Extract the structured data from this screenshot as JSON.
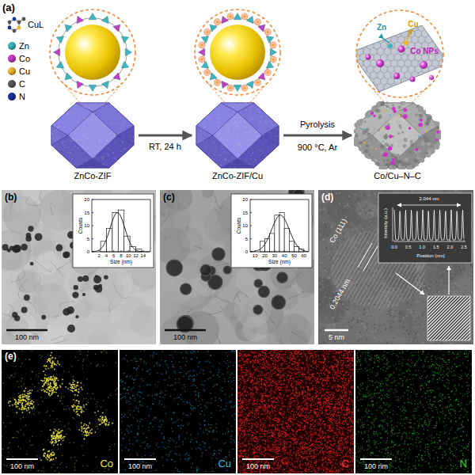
{
  "diagram": {
    "nodes": [
      {
        "text": [
          "ZnCo-ZIF"
        ]
      },
      {
        "text": [
          "ZnCo-ZIF/Cu"
        ]
      },
      {
        "text": [
          "Co/Cu–N–C"
        ]
      }
    ],
    "edges": [
      {
        "from": 0,
        "to": 1,
        "arrow": "to",
        "label": "RT, 24 h"
      },
      {
        "from": 1,
        "to": 2,
        "arrow": "to",
        "label": "Pyrolysis"
      }
    ],
    "labels": [
      "(a)",
      "Zn",
      "Cu",
      "Co NPs",
      "900 °C, Ar",
      "(b)",
      "Counts",
      "Size (nm)",
      "0",
      "5",
      "10",
      "15",
      "20",
      "2",
      "4",
      "6",
      "8",
      "10",
      "12",
      "14",
      "100 nm",
      "(c)",
      "Counts",
      "Size (nm)",
      "0",
      "5",
      "10",
      "15",
      "20",
      "10",
      "20",
      "30",
      "40",
      "50",
      "60",
      "100 nm",
      "(d)",
      "Co (111)",
      "0.2044 nm",
      "Intensity (a.u.)",
      "Position (nm)",
      "2.044 nm",
      "0.0",
      "0.5",
      "1.0",
      "1.5",
      "2.0",
      "2.5",
      "5 nm",
      "(e)",
      "100 nm",
      "Co",
      "100 nm",
      "Cu",
      "100 nm",
      "C",
      "100 nm",
      "N"
    ],
    "legend": [
      {
        "text": "CuL"
      },
      {
        "text": "Zn",
        "color": "#3bb5bf"
      },
      {
        "text": "Co",
        "color": "#c83cc8"
      },
      {
        "text": "Cu",
        "color": "#f0b429"
      },
      {
        "text": "C",
        "color": "#5a5a5a"
      },
      {
        "text": "N",
        "color": "#1f2f9c"
      }
    ]
  }
}
